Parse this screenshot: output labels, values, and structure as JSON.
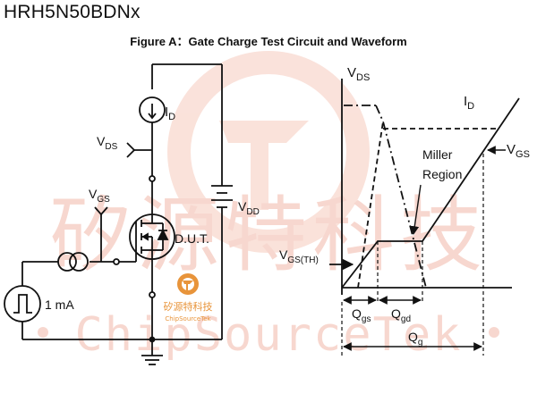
{
  "part_number": "HRH5N50BDNx",
  "figure_title": "Figure A：Gate Charge Test Circuit and Waveform",
  "circuit": {
    "current_source_label": {
      "main": "I",
      "sub": "D"
    },
    "vds_label": {
      "main": "V",
      "sub": "DS"
    },
    "vgs_label": {
      "main": "V",
      "sub": "GS"
    },
    "vdd_label": {
      "main": "V",
      "sub": "DD"
    },
    "dut_label": "D.U.T.",
    "pulse_label": "1 mA"
  },
  "waveform": {
    "vds_label": {
      "main": "V",
      "sub": "DS"
    },
    "id_label": {
      "main": "I",
      "sub": "D"
    },
    "vgs_label": {
      "main": "V",
      "sub": "GS"
    },
    "miller_line1": "Miller",
    "miller_line2": "Region",
    "vgs_th_label": {
      "main": "V",
      "sub": "GS(TH)"
    },
    "qgs_label": {
      "main": "Q",
      "sub": "gs"
    },
    "qgd_label": {
      "main": "Q",
      "sub": "gd"
    },
    "qg_label": {
      "main": "Q",
      "sub": "g"
    }
  },
  "watermark": {
    "cn_text": "矽源特科技",
    "en_text": "ChipSourceTek",
    "color": "#f2b8a8"
  },
  "logo": {
    "cn_text": "矽源特科技",
    "en_text": "ChipSourceTek",
    "color": "#e8943a"
  }
}
